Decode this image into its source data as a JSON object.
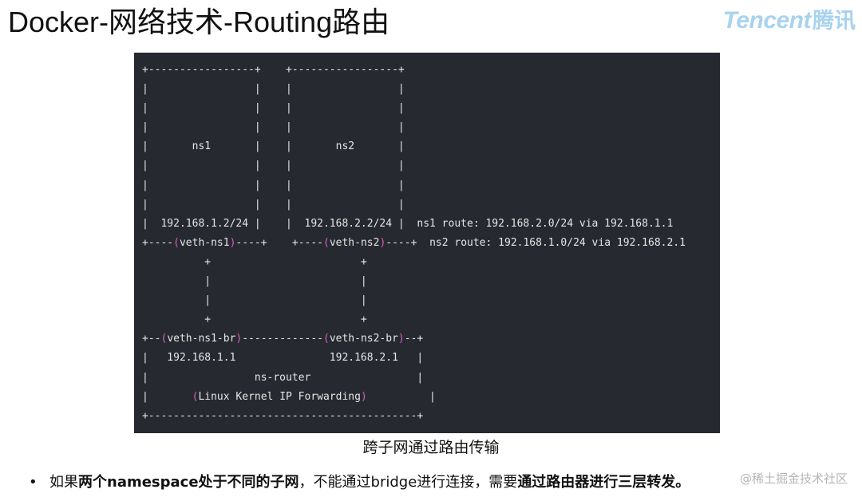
{
  "header": {
    "title": "Docker-网络技术-Routing路由",
    "logo": {
      "text_en": "Tencent",
      "text_cn": "腾讯",
      "color": "#a8d3ee"
    }
  },
  "diagram": {
    "background_color": "#272931",
    "text_color": "#e6e6e6",
    "highlight_color": "#d55fc0",
    "lines": [
      [
        {
          "t": "+-----------------+    +-----------------+"
        }
      ],
      [
        {
          "t": "|                 |    |                 |"
        }
      ],
      [
        {
          "t": "|                 |    |                 |"
        }
      ],
      [
        {
          "t": "|                 |    |                 |"
        }
      ],
      [
        {
          "t": "|       ns1       |    |       ns2       |"
        }
      ],
      [
        {
          "t": "|                 |    |                 |"
        }
      ],
      [
        {
          "t": "|                 |    |                 |"
        }
      ],
      [
        {
          "t": "|                 |    |                 |"
        }
      ],
      [
        {
          "t": "|  192.168.1.2/24 |    |  192.168.2.2/24 |  ns1 route: 192.168.2.0/24 via 192.168.1.1"
        }
      ],
      [
        {
          "t": "+----"
        },
        {
          "t": "(",
          "hl": true
        },
        {
          "t": "veth-ns1"
        },
        {
          "t": ")",
          "hl": true
        },
        {
          "t": "----+    +----"
        },
        {
          "t": "(",
          "hl": true
        },
        {
          "t": "veth-ns2"
        },
        {
          "t": ")",
          "hl": true
        },
        {
          "t": "----+  ns2 route: 192.168.1.0/24 via 192.168.2.1"
        }
      ],
      [
        {
          "t": "          +                        +"
        }
      ],
      [
        {
          "t": "          |                        |"
        }
      ],
      [
        {
          "t": "          |                        |"
        }
      ],
      [
        {
          "t": "          +                        +"
        }
      ],
      [
        {
          "t": "+--"
        },
        {
          "t": "(",
          "hl": true
        },
        {
          "t": "veth-ns1-br"
        },
        {
          "t": ")",
          "hl": true
        },
        {
          "t": "-------------"
        },
        {
          "t": "(",
          "hl": true
        },
        {
          "t": "veth-ns2-br"
        },
        {
          "t": ")",
          "hl": true
        },
        {
          "t": "--+"
        }
      ],
      [
        {
          "t": "|   192.168.1.1               192.168.2.1   |"
        }
      ],
      [
        {
          "t": "|                 ns-router                 |"
        }
      ],
      [
        {
          "t": "|       "
        },
        {
          "t": "(",
          "hl": true
        },
        {
          "t": "Linux Kernel IP Forwarding"
        },
        {
          "t": ")",
          "hl": true
        },
        {
          "t": "          |"
        }
      ],
      [
        {
          "t": "+-------------------------------------------+"
        }
      ]
    ]
  },
  "caption": "跨子网通过路由传输",
  "bullets": [
    {
      "marker": "•",
      "parts": [
        {
          "text": "如果",
          "bold": false
        },
        {
          "text": "两个namespace处于不同的子网",
          "bold": true
        },
        {
          "text": "，不能通过bridge进行连接，需要",
          "bold": false
        },
        {
          "text": "通过路由器进行三层转发。",
          "bold": true
        }
      ]
    }
  ],
  "watermark": "@稀土掘金技术社区"
}
